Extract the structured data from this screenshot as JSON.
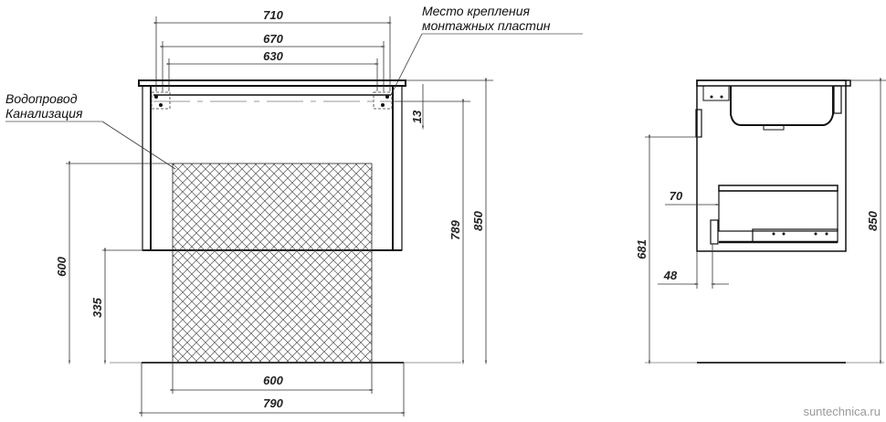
{
  "front_view": {
    "dimensions": {
      "top_outer": "710",
      "top_middle": "670",
      "top_inner": "630",
      "offset_top": "13",
      "height_inner": "789",
      "height_total": "850",
      "zone_height": "600",
      "lower_height": "335",
      "zone_width": "600",
      "total_width": "790"
    },
    "notes": {
      "mounting_line1": "Место крепления",
      "mounting_line2": "монтажных пластин",
      "pipes_line1": "Водопровод",
      "pipes_line2": "Канализация"
    }
  },
  "side_view": {
    "dimensions": {
      "drawer_offset": "70",
      "bottom_offset": "48",
      "mount_height": "681",
      "height_total": "850"
    }
  },
  "watermark": "suntechnica.ru"
}
